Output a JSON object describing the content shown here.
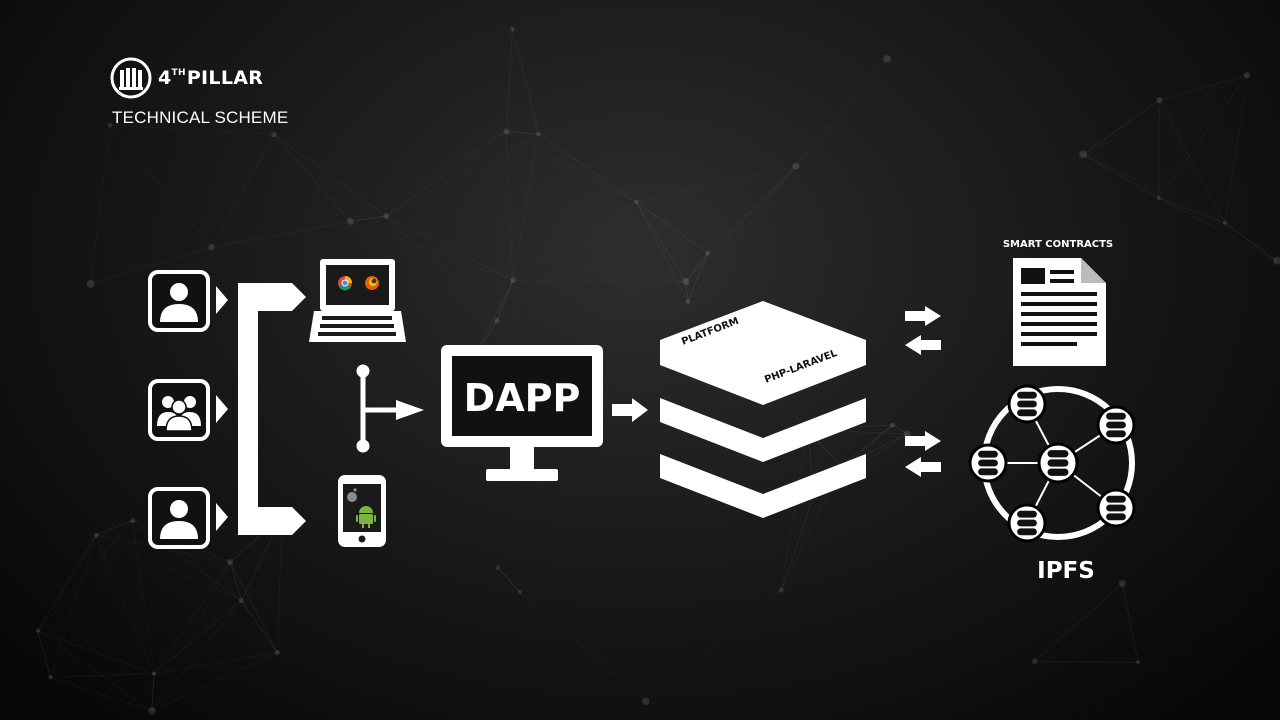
{
  "brand": {
    "number": "4",
    "superscript": "TH",
    "name": "PILLAR"
  },
  "subtitle": "TECHNICAL SCHEME",
  "nodes": {
    "dapp": "DAPP",
    "platform": "PLATFORM",
    "php": "PHP-LARAVEL",
    "smart_contracts": "SMART CONTRACTS",
    "ipfs": "IPFS"
  },
  "colors": {
    "background": "#0d0d0d",
    "foreground": "#ffffff"
  },
  "icons": [
    "pillar-logo-icon",
    "user-icon",
    "group-icon",
    "laptop-icon",
    "chrome-icon",
    "firefox-icon",
    "smartphone-icon",
    "apple-icon",
    "android-icon",
    "monitor-icon",
    "layers-stack-icon",
    "document-icon",
    "database-network-icon"
  ]
}
